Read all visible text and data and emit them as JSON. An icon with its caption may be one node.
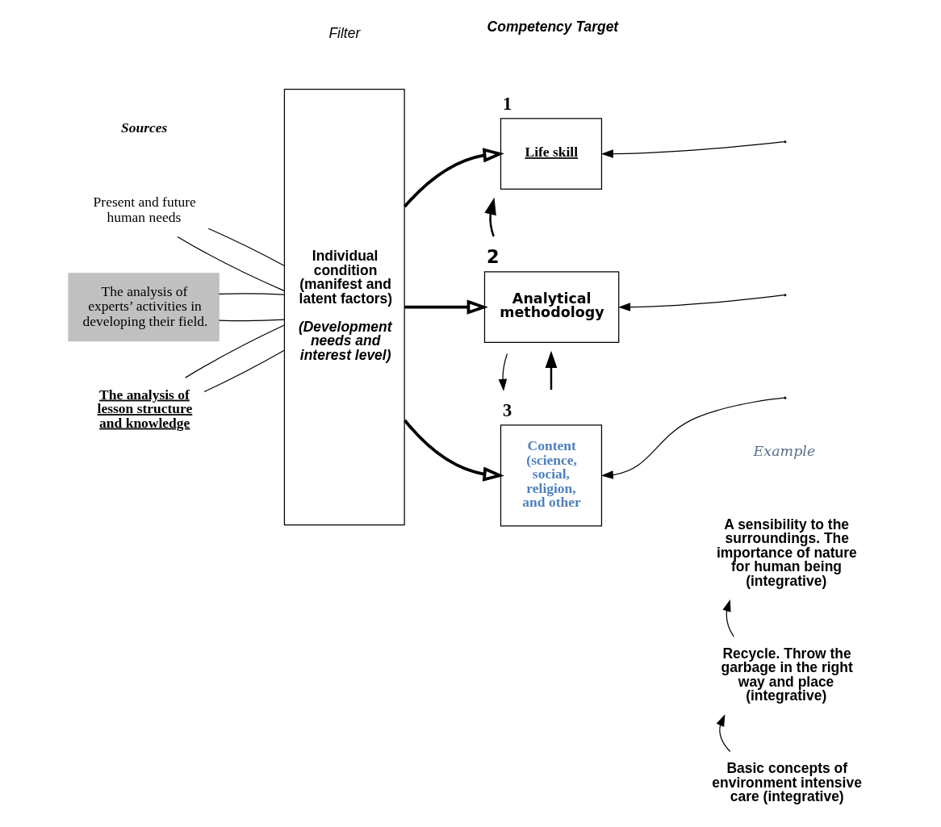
{
  "diagram": {
    "nodes": [
      {
        "text": [
          "Present and future human needs"
        ]
      },
      {
        "text": [
          "The analysis of experts’ activities in developing their field."
        ]
      },
      {
        "text": [
          "The analysis of lesson structure and knowledge"
        ]
      },
      {
        "text": [
          "Individual condition (manifest and latent factors)",
          "(Development needs and interest level)"
        ]
      },
      {
        "text": [
          "Life skill"
        ],
        "beside": [
          "1"
        ]
      },
      {
        "text": [
          "Analytical methodology"
        ],
        "beside": [
          "2"
        ]
      },
      {
        "text": [
          "Content (science, social, religion, and other"
        ],
        "beside": [
          "3"
        ]
      },
      {
        "text": [
          "A sensibility to the surroundings. The importance of nature for human being (integrative)"
        ]
      },
      {
        "text": [
          "Recycle. Throw the garbage in the right way and place (integrative)"
        ]
      },
      {
        "text": [
          "Basic concepts of environment intensive care (integrative)"
        ]
      }
    ],
    "edges": [
      {
        "from": 0,
        "to": 3,
        "arrow": "none"
      },
      {
        "from": 0,
        "to": 3,
        "arrow": "none"
      },
      {
        "from": 1,
        "to": 3,
        "arrow": "none"
      },
      {
        "from": 1,
        "to": 3,
        "arrow": "none"
      },
      {
        "from": 2,
        "to": 3,
        "arrow": "none"
      },
      {
        "from": 2,
        "to": 3,
        "arrow": "none"
      },
      {
        "from": 3,
        "to": 4,
        "arrow": "to",
        "style": "thick"
      },
      {
        "from": 3,
        "to": 5,
        "arrow": "to",
        "style": "thick"
      },
      {
        "from": 3,
        "to": 6,
        "arrow": "to",
        "style": "thick"
      },
      {
        "from": 6,
        "to": 5,
        "arrow": "to"
      },
      {
        "from": 5,
        "to": 4,
        "arrow": "to"
      },
      {
        "from": 5,
        "to": 6,
        "arrow": "to"
      },
      {
        "from": null,
        "to": 4,
        "arrow": "to"
      },
      {
        "from": null,
        "to": 5,
        "arrow": "to"
      },
      {
        "from": null,
        "to": 6,
        "arrow": "to"
      },
      {
        "from": 9,
        "to": 8,
        "arrow": "to"
      },
      {
        "from": 8,
        "to": 7,
        "arrow": "to"
      }
    ],
    "labels": [
      "Competency Target",
      "Sources",
      "Filter",
      "Example"
    ]
  }
}
